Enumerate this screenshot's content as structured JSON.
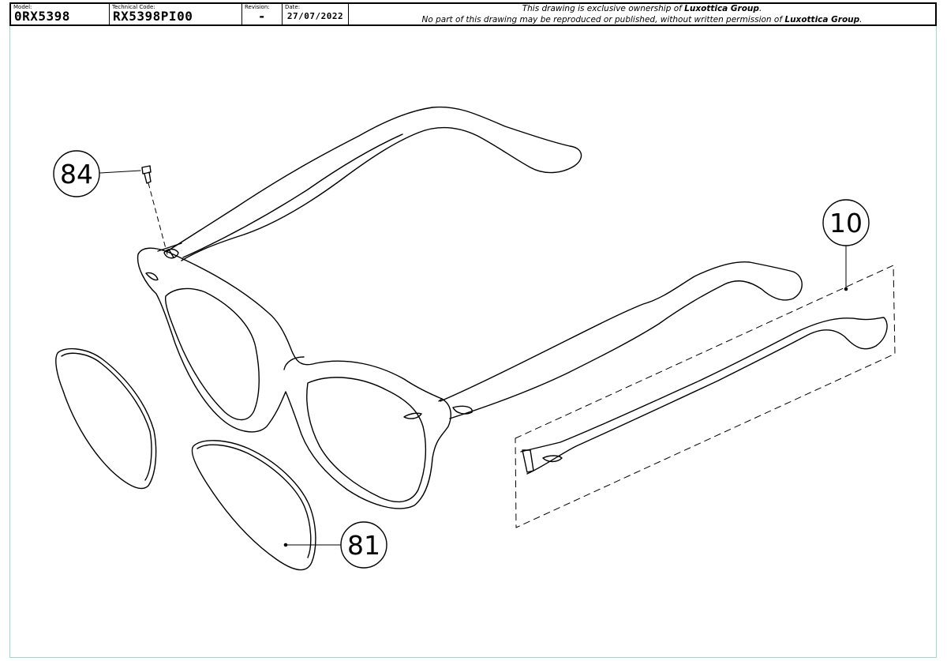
{
  "title_block": {
    "model_caption": "Model:",
    "model": "0RX5398",
    "technical_code_caption": "Technical Code:",
    "technical_code": "RX5398PI00",
    "revision_caption": "Revision:",
    "revision": "-",
    "date_caption": "Date:",
    "date": "27/07/2022",
    "notice_line1_pre": "This drawing is exclusive ownership of ",
    "notice_line1_company": "Luxottica Group",
    "notice_line1_post": ".",
    "notice_line2_pre": "No part of this drawing may be reproduced or published, without written permission of ",
    "notice_line2_company": "Luxottica Group",
    "notice_line2_post": "."
  },
  "callouts": [
    {
      "id": "screw",
      "number": "84"
    },
    {
      "id": "temple",
      "number": "10"
    },
    {
      "id": "lens",
      "number": "81"
    }
  ],
  "colors": {
    "line": "#000000",
    "sheet_border": "#9fd6d2"
  }
}
